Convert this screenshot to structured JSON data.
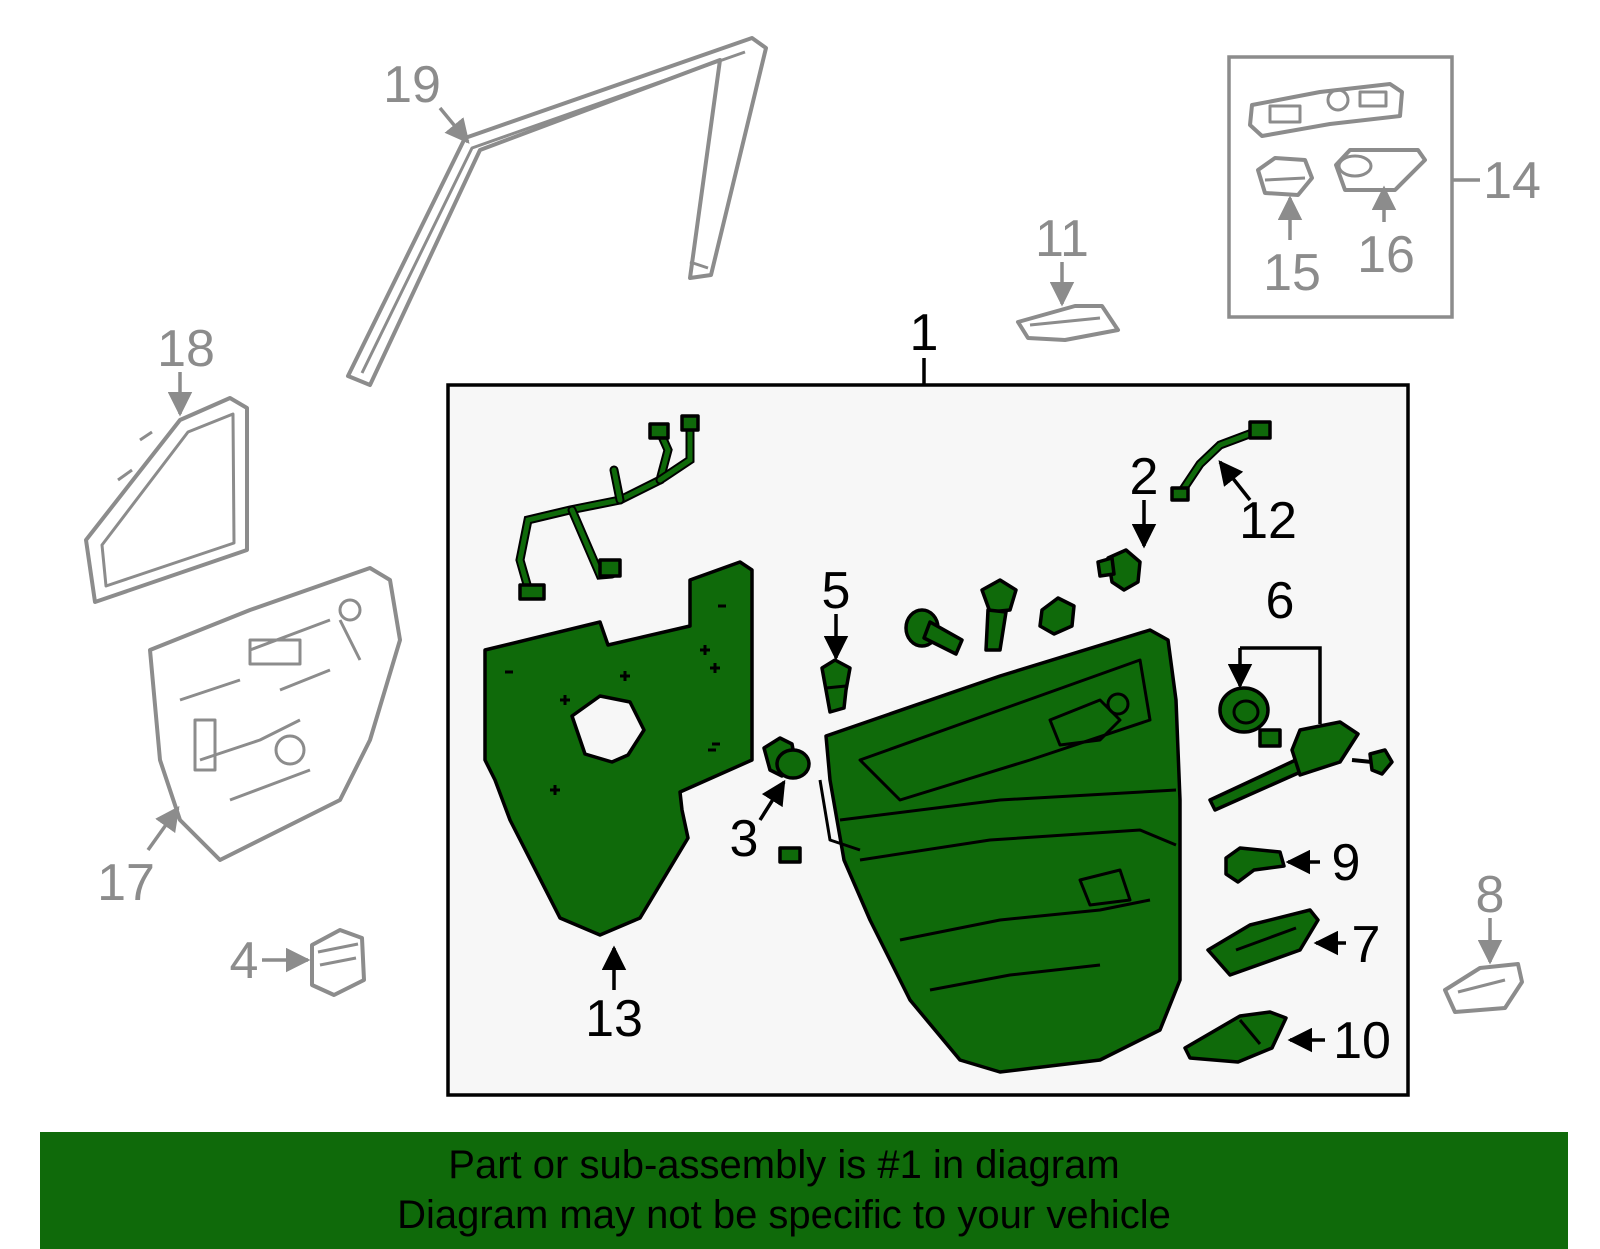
{
  "callouts": {
    "c1": "1",
    "c2": "2",
    "c3": "3",
    "c4": "4",
    "c5": "5",
    "c6": "6",
    "c7": "7",
    "c8": "8",
    "c9": "9",
    "c10": "10",
    "c11": "11",
    "c12": "12",
    "c13": "13",
    "c14": "14",
    "c15": "15",
    "c16": "16",
    "c17": "17",
    "c18": "18",
    "c19": "19"
  },
  "banner": {
    "line1": "Part or sub-assembly is #1 in diagram",
    "line2": "Diagram may not be specific to your vehicle"
  },
  "colors": {
    "highlight": "#0f6a0a",
    "inactive_part": "#8c8c8c",
    "outline": "#000000",
    "panel_background": "#f7f7f7"
  }
}
